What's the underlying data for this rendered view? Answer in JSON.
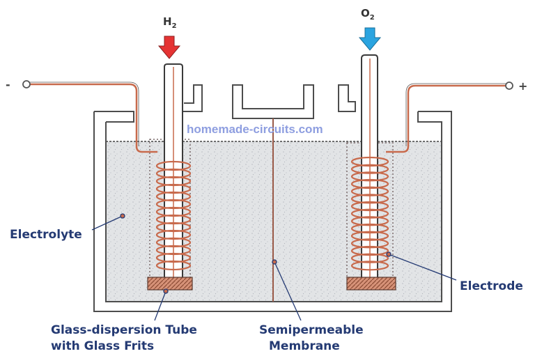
{
  "gases": {
    "left": "H",
    "left_sub": "2",
    "right": "O",
    "right_sub": "2"
  },
  "terminals": {
    "negative": "-",
    "positive": "+"
  },
  "watermark": "homemade-circuits.com",
  "labels": {
    "electrolyte": "Electrolyte",
    "electrode": "Electrode",
    "tube_line1": "Glass-dispersion Tube",
    "tube_line2": "with Glass Frits",
    "membrane_line1": "Semipermeable",
    "membrane_line2": "Membrane"
  },
  "colors": {
    "h2_arrow": "#e53333",
    "o2_arrow": "#2aa4e0",
    "wire": "#c86a4c",
    "label_text": "#243a73",
    "electrolyte_fill": "#e2e4e6",
    "frit": "#c87e60"
  }
}
